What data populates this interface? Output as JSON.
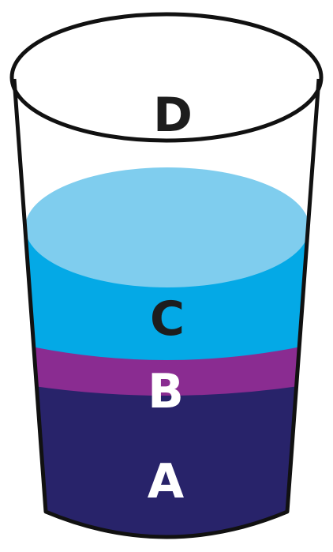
{
  "labels": {
    "a": "A",
    "b": "B",
    "c": "C",
    "d": "D"
  },
  "colors": {
    "layer_a": "#28236a",
    "layer_b": "#8a2c91",
    "layer_c_side": "#04a9e6",
    "layer_c_surface": "#7fcdee",
    "outline": "#111111",
    "label_dark": "#1d1d1d",
    "label_light": "#ffffff"
  }
}
